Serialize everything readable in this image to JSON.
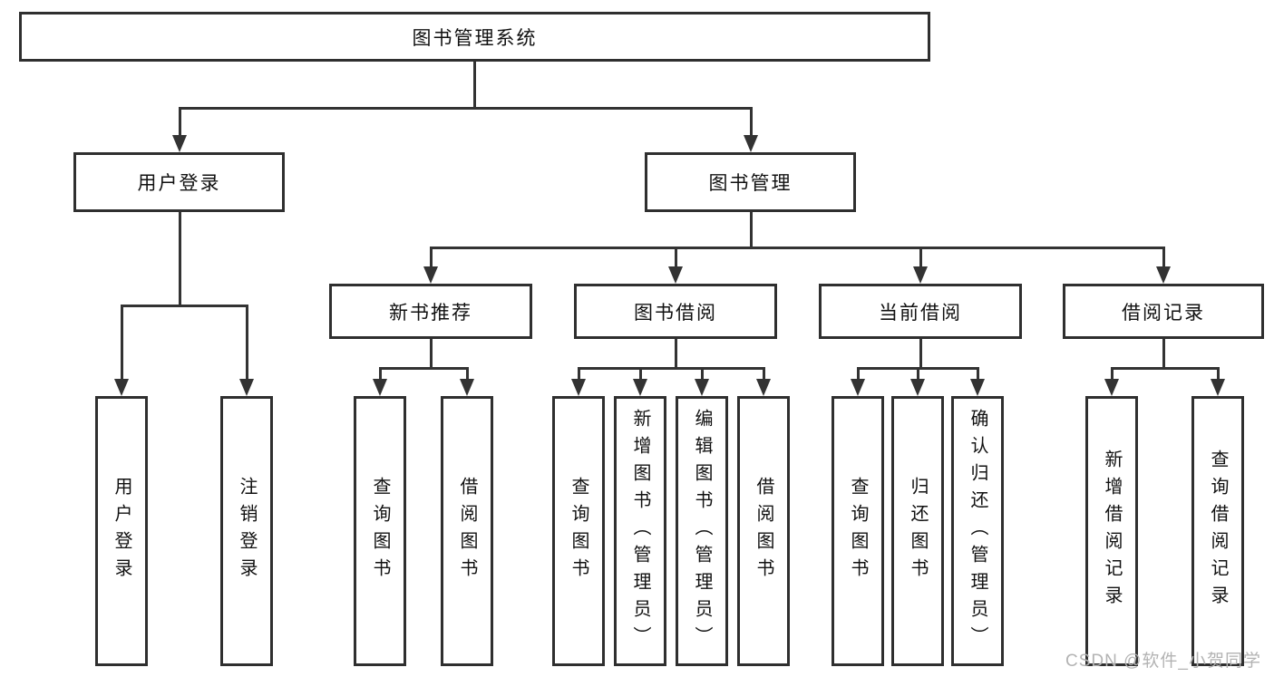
{
  "colors": {
    "line": "#333333",
    "box_border": "#2f2f2f",
    "text": "#111111",
    "watermark": "#b3b3b3",
    "background": "#ffffff"
  },
  "watermark": "CSDN @软件_小贺同学",
  "nodes": {
    "root": {
      "label": "图书管理系统"
    },
    "user_login": {
      "label": "用户登录"
    },
    "book_mgmt": {
      "label": "图书管理"
    },
    "new_book_rec": {
      "label": "新书推荐"
    },
    "book_borrow": {
      "label": "图书借阅"
    },
    "current_borrow": {
      "label": "当前借阅"
    },
    "borrow_record": {
      "label": "借阅记录"
    },
    "leaf_user_login": {
      "label": "用户登录"
    },
    "leaf_logout": {
      "label": "注销登录"
    },
    "leaf_query_book_1": {
      "label": "查询图书"
    },
    "leaf_borrow_book_1": {
      "label": "借阅图书"
    },
    "leaf_query_book_2": {
      "label": "查询图书"
    },
    "leaf_add_book": {
      "label": "新增图书（管理员）"
    },
    "leaf_edit_book": {
      "label": "编辑图书（管理员）"
    },
    "leaf_borrow_book_2": {
      "label": "借阅图书"
    },
    "leaf_query_book_3": {
      "label": "查询图书"
    },
    "leaf_return_book": {
      "label": "归还图书"
    },
    "leaf_confirm_return": {
      "label": "确认归还（管理员）"
    },
    "leaf_add_borrow_record": {
      "label": "新增借阅记录"
    },
    "leaf_query_borrow_record": {
      "label": "查询借阅记录"
    }
  },
  "hierarchy": {
    "root": "图书管理系统",
    "children": [
      {
        "label": "用户登录",
        "children": [
          "用户登录",
          "注销登录"
        ]
      },
      {
        "label": "图书管理",
        "children": [
          {
            "label": "新书推荐",
            "children": [
              "查询图书",
              "借阅图书"
            ]
          },
          {
            "label": "图书借阅",
            "children": [
              "查询图书",
              "新增图书（管理员）",
              "编辑图书（管理员）",
              "借阅图书"
            ]
          },
          {
            "label": "当前借阅",
            "children": [
              "查询图书",
              "归还图书",
              "确认归还（管理员）"
            ]
          },
          {
            "label": "借阅记录",
            "children": [
              "新增借阅记录",
              "查询借阅记录"
            ]
          }
        ]
      }
    ]
  }
}
